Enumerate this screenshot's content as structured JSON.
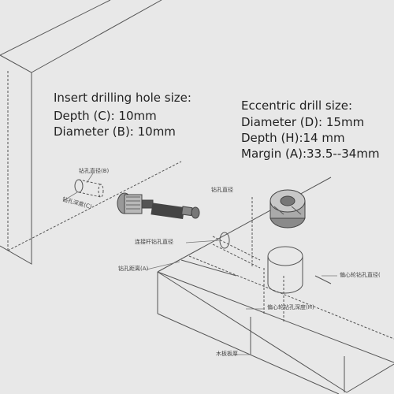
{
  "insert_block": {
    "title": "Insert drilling hole size:",
    "depth": "Depth (C): 10mm",
    "diameter": "Diameter (B): 10mm"
  },
  "eccentric_block": {
    "title": "Eccentric drill size:",
    "diameter": "Diameter (D): 15mm",
    "depth": "Depth (H):14 mm",
    "margin": "Margin (A):33.5--34mm"
  },
  "callouts": {
    "hole_diameter_b": "钻孔直径(B)",
    "hole_depth_c": "钻孔深度(C)",
    "hole_diameter": "钻孔直径",
    "rod_hole_diameter": "连接杆钻孔直径",
    "hole_distance_a": "钻孔距离(A)",
    "cam_hole_diameter": "偏心轮钻孔直径(",
    "cam_hole_depth": "偏心轮钻孔深度(H)",
    "board_thickness": "木板板厚"
  }
}
